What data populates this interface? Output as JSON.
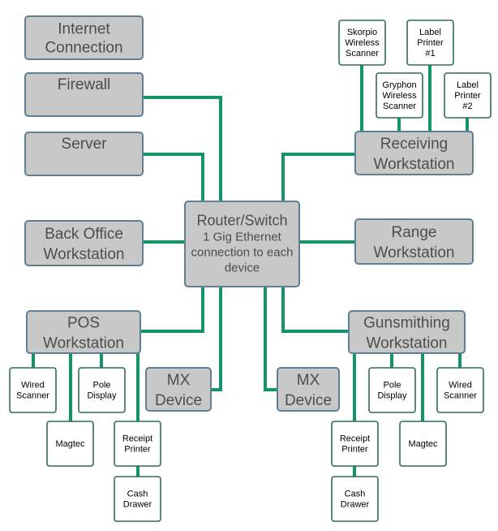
{
  "colors": {
    "connector": "#14946a",
    "box_fill": "#c8c8c8",
    "box_stroke": "#5f7f96",
    "small_fill": "#ffffff",
    "small_stroke": "#2e6e52",
    "text_gray": "#4d4d4d",
    "text_dark": "#000000"
  },
  "nodes": {
    "internet": [
      "Internet",
      "Connection"
    ],
    "firewall": [
      "Firewall"
    ],
    "server": [
      "Server"
    ],
    "back_office": [
      "Back Office",
      "Workstation"
    ],
    "router": [
      "Router/Switch",
      "1 Gig Ethernet",
      "connection to each",
      "device"
    ],
    "range": [
      "Range",
      "Workstation"
    ],
    "receiving": [
      "Receiving",
      "Workstation"
    ],
    "pos": [
      "POS",
      "Workstation"
    ],
    "gunsmithing": [
      "Gunsmithing",
      "Workstation"
    ],
    "mx_left": [
      "MX",
      "Device"
    ],
    "mx_right": [
      "MX",
      "Device"
    ],
    "skorpio": [
      "Skorpio",
      "Wireless",
      "Scanner"
    ],
    "label1": [
      "Label",
      "Printer",
      "#1"
    ],
    "gryphon": [
      "Gryphon",
      "Wireless",
      "Scanner"
    ],
    "label2": [
      "Label",
      "Printer",
      "#2"
    ],
    "pos_wired": [
      "Wired",
      "Scanner"
    ],
    "pos_pole": [
      "Pole",
      "Display"
    ],
    "pos_magtec": [
      "Magtec"
    ],
    "pos_receipt": [
      "Receipt",
      "Printer"
    ],
    "pos_cash": [
      "Cash",
      "Drawer"
    ],
    "gs_pole": [
      "Pole",
      "Display"
    ],
    "gs_wired": [
      "Wired",
      "Scanner"
    ],
    "gs_receipt": [
      "Receipt",
      "Printer"
    ],
    "gs_magtec": [
      "Magtec"
    ],
    "gs_cash": [
      "Cash",
      "Drawer"
    ]
  }
}
